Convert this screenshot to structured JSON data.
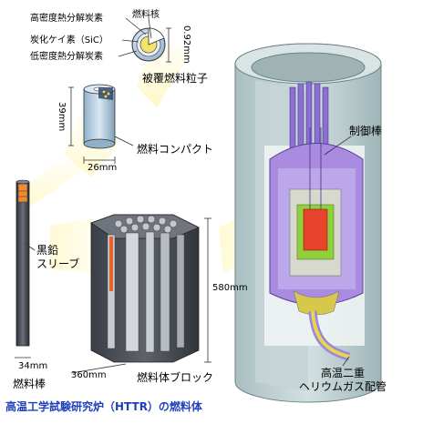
{
  "labels": {
    "particle_high_density": "高密度熱分解炭素",
    "particle_sic": "炭化ケイ素（SiC）",
    "particle_low_density": "低密度熱分解炭素",
    "fuel_kernel": "燃料核",
    "particle_size": "0.92mm",
    "coated_particle": "被覆燃料粒子",
    "compact_height": "39mm",
    "compact_diameter": "26mm",
    "fuel_compact": "燃料コンパクト",
    "graphite_sleeve": "黒鉛\nスリーブ",
    "rod_diameter": "34mm",
    "fuel_rod": "燃料棒",
    "block_height": "580mm",
    "block_width": "360mm",
    "fuel_block": "燃料体ブロック",
    "control_rod": "制御棒",
    "gas_pipe": "高温二重\nヘリウムガス配管",
    "caption": "高温工学試験研究炉（HTTR）の燃料体"
  },
  "colors": {
    "caption": "#1f3fbf",
    "reactor_vessel": "#a98be0",
    "core_red": "#e8432b",
    "core_green": "#8fd03c",
    "graphite": "#4a4f58",
    "concrete": "#bfd0d2",
    "beam": "#fff3a8"
  }
}
